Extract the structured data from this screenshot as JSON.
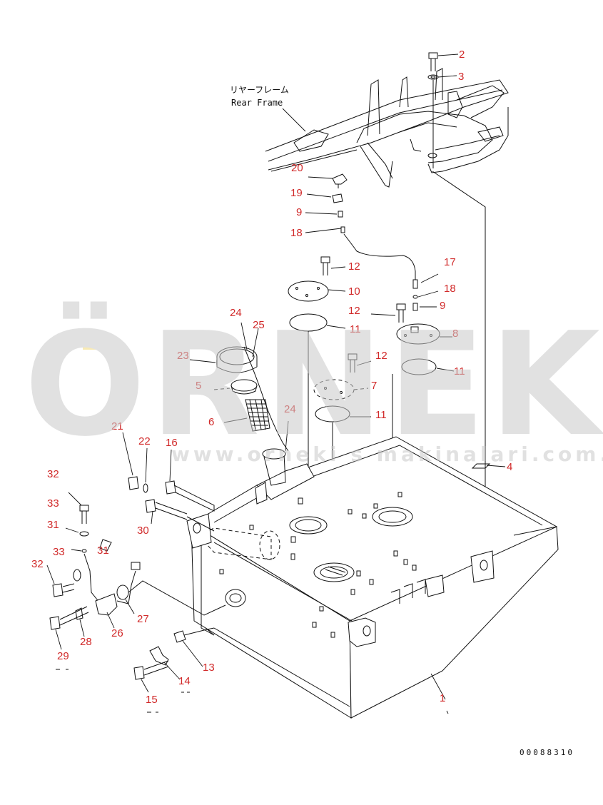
{
  "colors": {
    "line": "#111111",
    "callout": "#d12a2a",
    "watermark": "#c9c9c9",
    "watermark_accent": "#f3d977"
  },
  "frame_label": {
    "japanese": "リヤーフレーム",
    "english": "Rear Frame"
  },
  "drawing_code": "00088310",
  "watermark": {
    "brand": "ÖRNEK",
    "url": "www.orneki s makinalari.com.tr"
  },
  "callouts": [
    {
      "id": "c2",
      "text": "2"
    },
    {
      "id": "c3",
      "text": "3"
    },
    {
      "id": "c20",
      "text": "20"
    },
    {
      "id": "c19",
      "text": "19"
    },
    {
      "id": "c9a",
      "text": "9"
    },
    {
      "id": "c18a",
      "text": "18"
    },
    {
      "id": "c12a",
      "text": "12"
    },
    {
      "id": "c10",
      "text": "10"
    },
    {
      "id": "c11a",
      "text": "11"
    },
    {
      "id": "c17",
      "text": "17"
    },
    {
      "id": "c18b",
      "text": "18"
    },
    {
      "id": "c9b",
      "text": "9"
    },
    {
      "id": "c12b",
      "text": "12"
    },
    {
      "id": "c8",
      "text": "8"
    },
    {
      "id": "c24a",
      "text": "24"
    },
    {
      "id": "c25",
      "text": "25"
    },
    {
      "id": "c23",
      "text": "23"
    },
    {
      "id": "c12c",
      "text": "12"
    },
    {
      "id": "c11b",
      "text": "11"
    },
    {
      "id": "c5",
      "text": "5"
    },
    {
      "id": "c7",
      "text": "7"
    },
    {
      "id": "c6",
      "text": "6"
    },
    {
      "id": "c11c",
      "text": "11"
    },
    {
      "id": "c24b",
      "text": "24"
    },
    {
      "id": "c21",
      "text": "21"
    },
    {
      "id": "c22",
      "text": "22"
    },
    {
      "id": "c16",
      "text": "16"
    },
    {
      "id": "c4",
      "text": "4"
    },
    {
      "id": "c32a",
      "text": "32"
    },
    {
      "id": "c33a",
      "text": "33"
    },
    {
      "id": "c30",
      "text": "30"
    },
    {
      "id": "c31a",
      "text": "31"
    },
    {
      "id": "c33b",
      "text": "33"
    },
    {
      "id": "c31b",
      "text": "31"
    },
    {
      "id": "c32b",
      "text": "32"
    },
    {
      "id": "c26",
      "text": "26"
    },
    {
      "id": "c27",
      "text": "27"
    },
    {
      "id": "c29",
      "text": "29"
    },
    {
      "id": "c28",
      "text": "28"
    },
    {
      "id": "c13",
      "text": "13"
    },
    {
      "id": "c14",
      "text": "14"
    },
    {
      "id": "c15",
      "text": "15"
    },
    {
      "id": "c1",
      "text": "1"
    }
  ]
}
